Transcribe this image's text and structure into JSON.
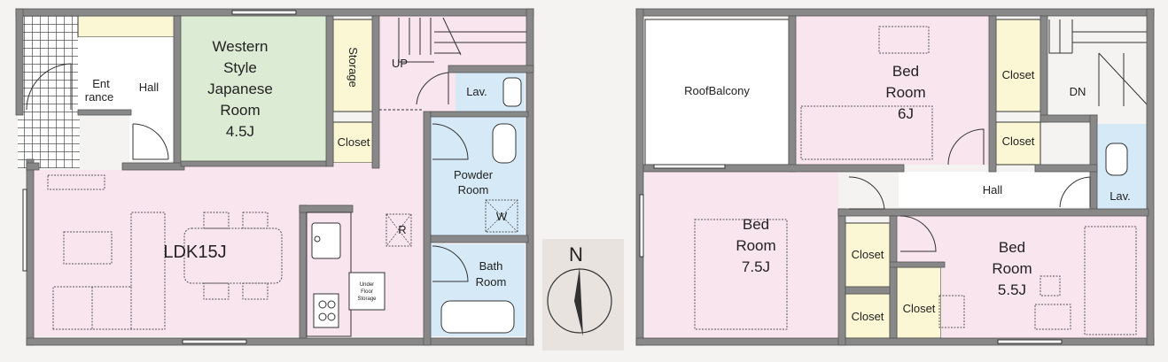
{
  "floor1": {
    "entrance": [
      "Ent",
      "rance"
    ],
    "hall": "Hall",
    "western_room": [
      "Western",
      "Style",
      "Japanese",
      "Room",
      "4.5J"
    ],
    "storage": "Storage",
    "up": "UP",
    "lav": "Lav.",
    "closet": "Closet",
    "powder_room": [
      "Powder",
      "Room"
    ],
    "w_mark": "W",
    "ldk": "LDK15J",
    "r_mark": "R",
    "bath_room": [
      "Bath",
      "Room"
    ],
    "under_floor_storage": [
      "Under",
      "Floor",
      "Storage"
    ]
  },
  "compass": {
    "north": "N"
  },
  "floor2": {
    "roof_balcony": "RoofBalcony",
    "bed_6j": [
      "Bed",
      "Room",
      "6J"
    ],
    "closet_top": "Closet",
    "closet_mid": "Closet",
    "dn": "DN",
    "hall": "Hall",
    "lav": "Lav.",
    "bed_75j": [
      "Bed",
      "Room",
      "7.5J"
    ],
    "closet_a": "Closet",
    "closet_b": "Closet",
    "closet_c": "Closet",
    "bed_55j": [
      "Bed",
      "Room",
      "5.5J"
    ]
  },
  "colors": {
    "wall": "#888888",
    "ldk_pink": "#f9e5ee",
    "tatami_green": "#dcebd3",
    "closet_yellow": "#fbf7d4",
    "water_blue": "#d5e9f6",
    "teal_marker": "#3aa6a4"
  }
}
